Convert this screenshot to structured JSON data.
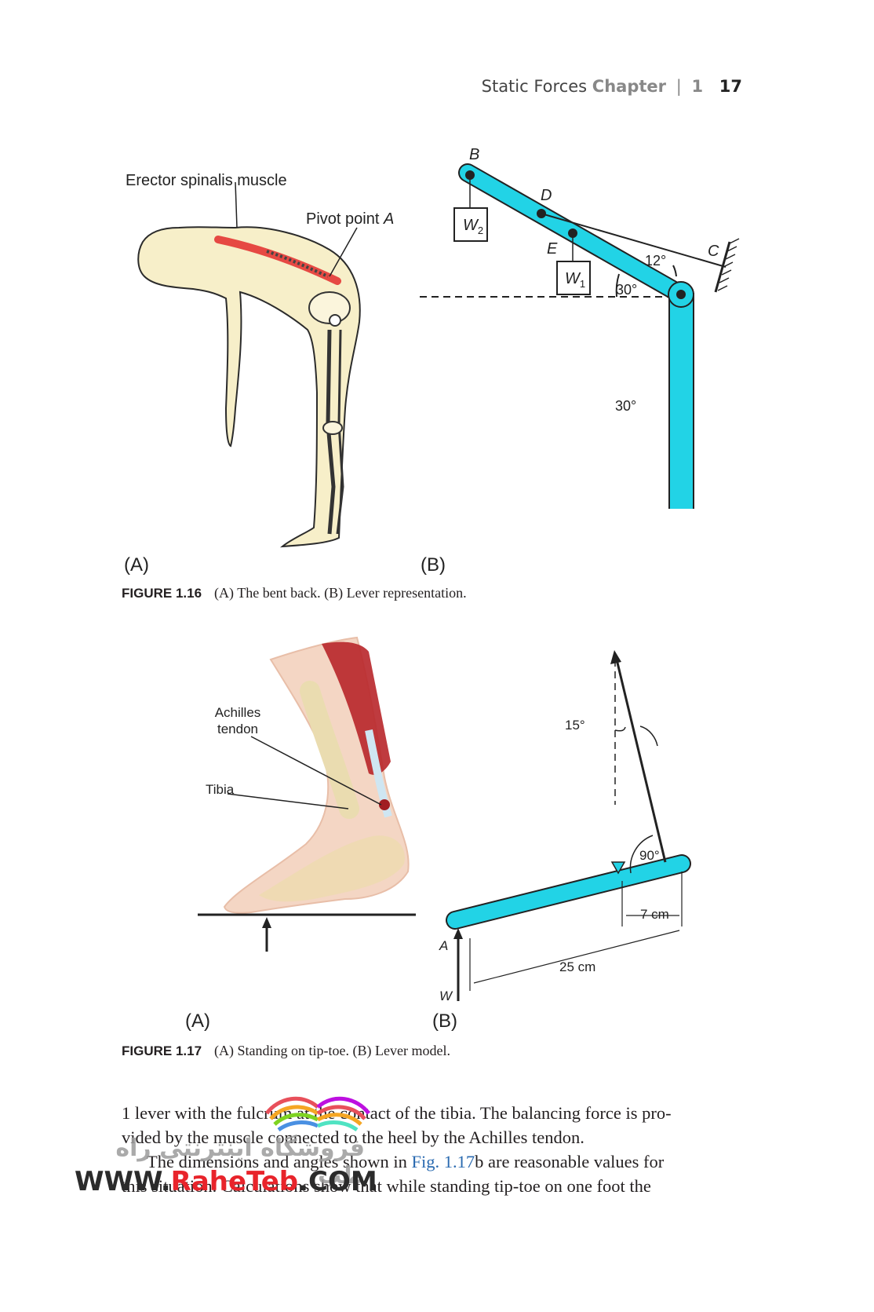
{
  "header": {
    "title": "Static Forces",
    "chapter_word": "Chapter",
    "separator": "|",
    "chapter_num": "1",
    "page": "17"
  },
  "fig16": {
    "label_muscle": "Erector spinalis muscle",
    "label_pivot": "Pivot point",
    "label_pivot_letter": "A",
    "panel_a": "(A)",
    "panel_b": "(B)",
    "point_b": "B",
    "point_d": "D",
    "point_e": "E",
    "point_c": "C",
    "w2": "W",
    "w2_sub": "2",
    "w1": "W",
    "w1_sub": "1",
    "angle_12": "12°",
    "angle_30a": "30°",
    "angle_30b": "30°",
    "caption_num": "FIGURE 1.16",
    "caption_text": "(A) The bent back. (B) Lever representation."
  },
  "fig17": {
    "label_achilles_1": "Achilles",
    "label_achilles_2": "tendon",
    "label_tibia": "Tibia",
    "panel_a": "(A)",
    "panel_b": "(B)",
    "angle_15": "15°",
    "angle_90": "90°",
    "dim_7": "7 cm",
    "dim_25": "25 cm",
    "point_a": "A",
    "force_w": "W",
    "caption_num": "FIGURE 1.17",
    "caption_text": "(A) Standing on tip-toe. (B) Lever model."
  },
  "body": {
    "line1": "1 lever with the fulcrum at the contact of the tibia. The balancing force is pro-",
    "line2": "vided by the muscle connected to the heel by the Achilles tendon.",
    "line3_pre": "The dimensions and angles shown in",
    "line3_ref": "Fig. 1.17",
    "line3_post": "b are reasonable values for",
    "line4": "this situation. Calculations show that while standing tip-toe on one foot the"
  },
  "watermark": {
    "persian": "فروشگاه اینترنتی راه طب",
    "www": "WWW.",
    "brand": "RaheTeb",
    "com": ".COM"
  },
  "colors": {
    "lever": "#22d3e6",
    "muscle": "#e32b2b",
    "skin": "#f7efc9",
    "link": "#2a6ab0"
  }
}
